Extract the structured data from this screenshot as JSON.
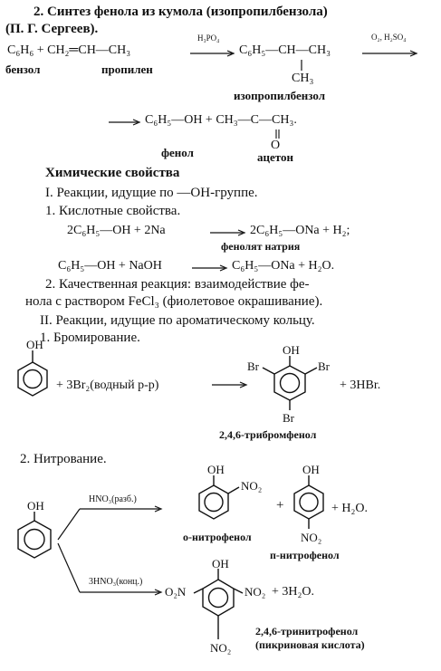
{
  "section2_title": "2. Синтез фенола из кумола (изопропилбензола)",
  "section2_author": "(П. Г. Сергеев).",
  "eq_kumol": {
    "lhs": "C₆H₆ + CH₂═CH—CH₃",
    "catalyst1": "H₃PO₄",
    "product": "C₆H₅—CH—CH₃",
    "product_branch": "CH₃",
    "catalyst2": "O₂, H₂SO₄",
    "label_benzene": "бензол",
    "label_propylene": "пропилен",
    "label_isopropylbenzene": "изопропилбензол",
    "result": "C₆H₅—OH + CH₃—C—CH₃.",
    "carbonyl_o": "O",
    "label_phenol": "фенол",
    "label_acetone": "ацетон"
  },
  "chem_props_title": "Химические свойства",
  "reactions_oh": "I. Реакции, идущие по —OH-группе.",
  "acid_props": "1. Кислотные свойства.",
  "eq_na": {
    "lhs": "2C₆H₅—OH + 2Na",
    "rhs": "2C₆H₅—ONa + H₂;",
    "label": "фенолят натрия"
  },
  "eq_naoh": {
    "lhs": "C₆H₅—OH + NaOH",
    "rhs": "C₆H₅—ONa + H₂O."
  },
  "qualitative_line1": "2. Качественная реакция: взаимодействие фе-",
  "qualitative_line2": "нола с раствором FeCl₃ (фиолетовое окрашивание).",
  "reactions_ring": "II. Реакции, идущие по ароматическому кольцу.",
  "bromination_title": "1. Бромирование.",
  "brom": {
    "oh": "OH",
    "reagent": "+ 3Br₂(водный р-р)",
    "br": "Br",
    "byproduct": "+ 3HBr.",
    "product_name": "2,4,6-трибромфенол"
  },
  "nitration_title": "2. Нитрование.",
  "nitr": {
    "oh": "OH",
    "reagent_dilute": "HNO₃(разб.)",
    "reagent_conc": "3HNO₃(конц.)",
    "no2": "NO₂",
    "o2n": "O₂N",
    "plus": "+",
    "water1": "+ H₂O.",
    "water3": "+ 3H₂O.",
    "ortho_name": "о-нитрофенол",
    "para_name": "п-нитрофенол",
    "picric_name1": "2,4,6-тринитрофенол",
    "picric_name2": "(пикриновая кислота)"
  }
}
